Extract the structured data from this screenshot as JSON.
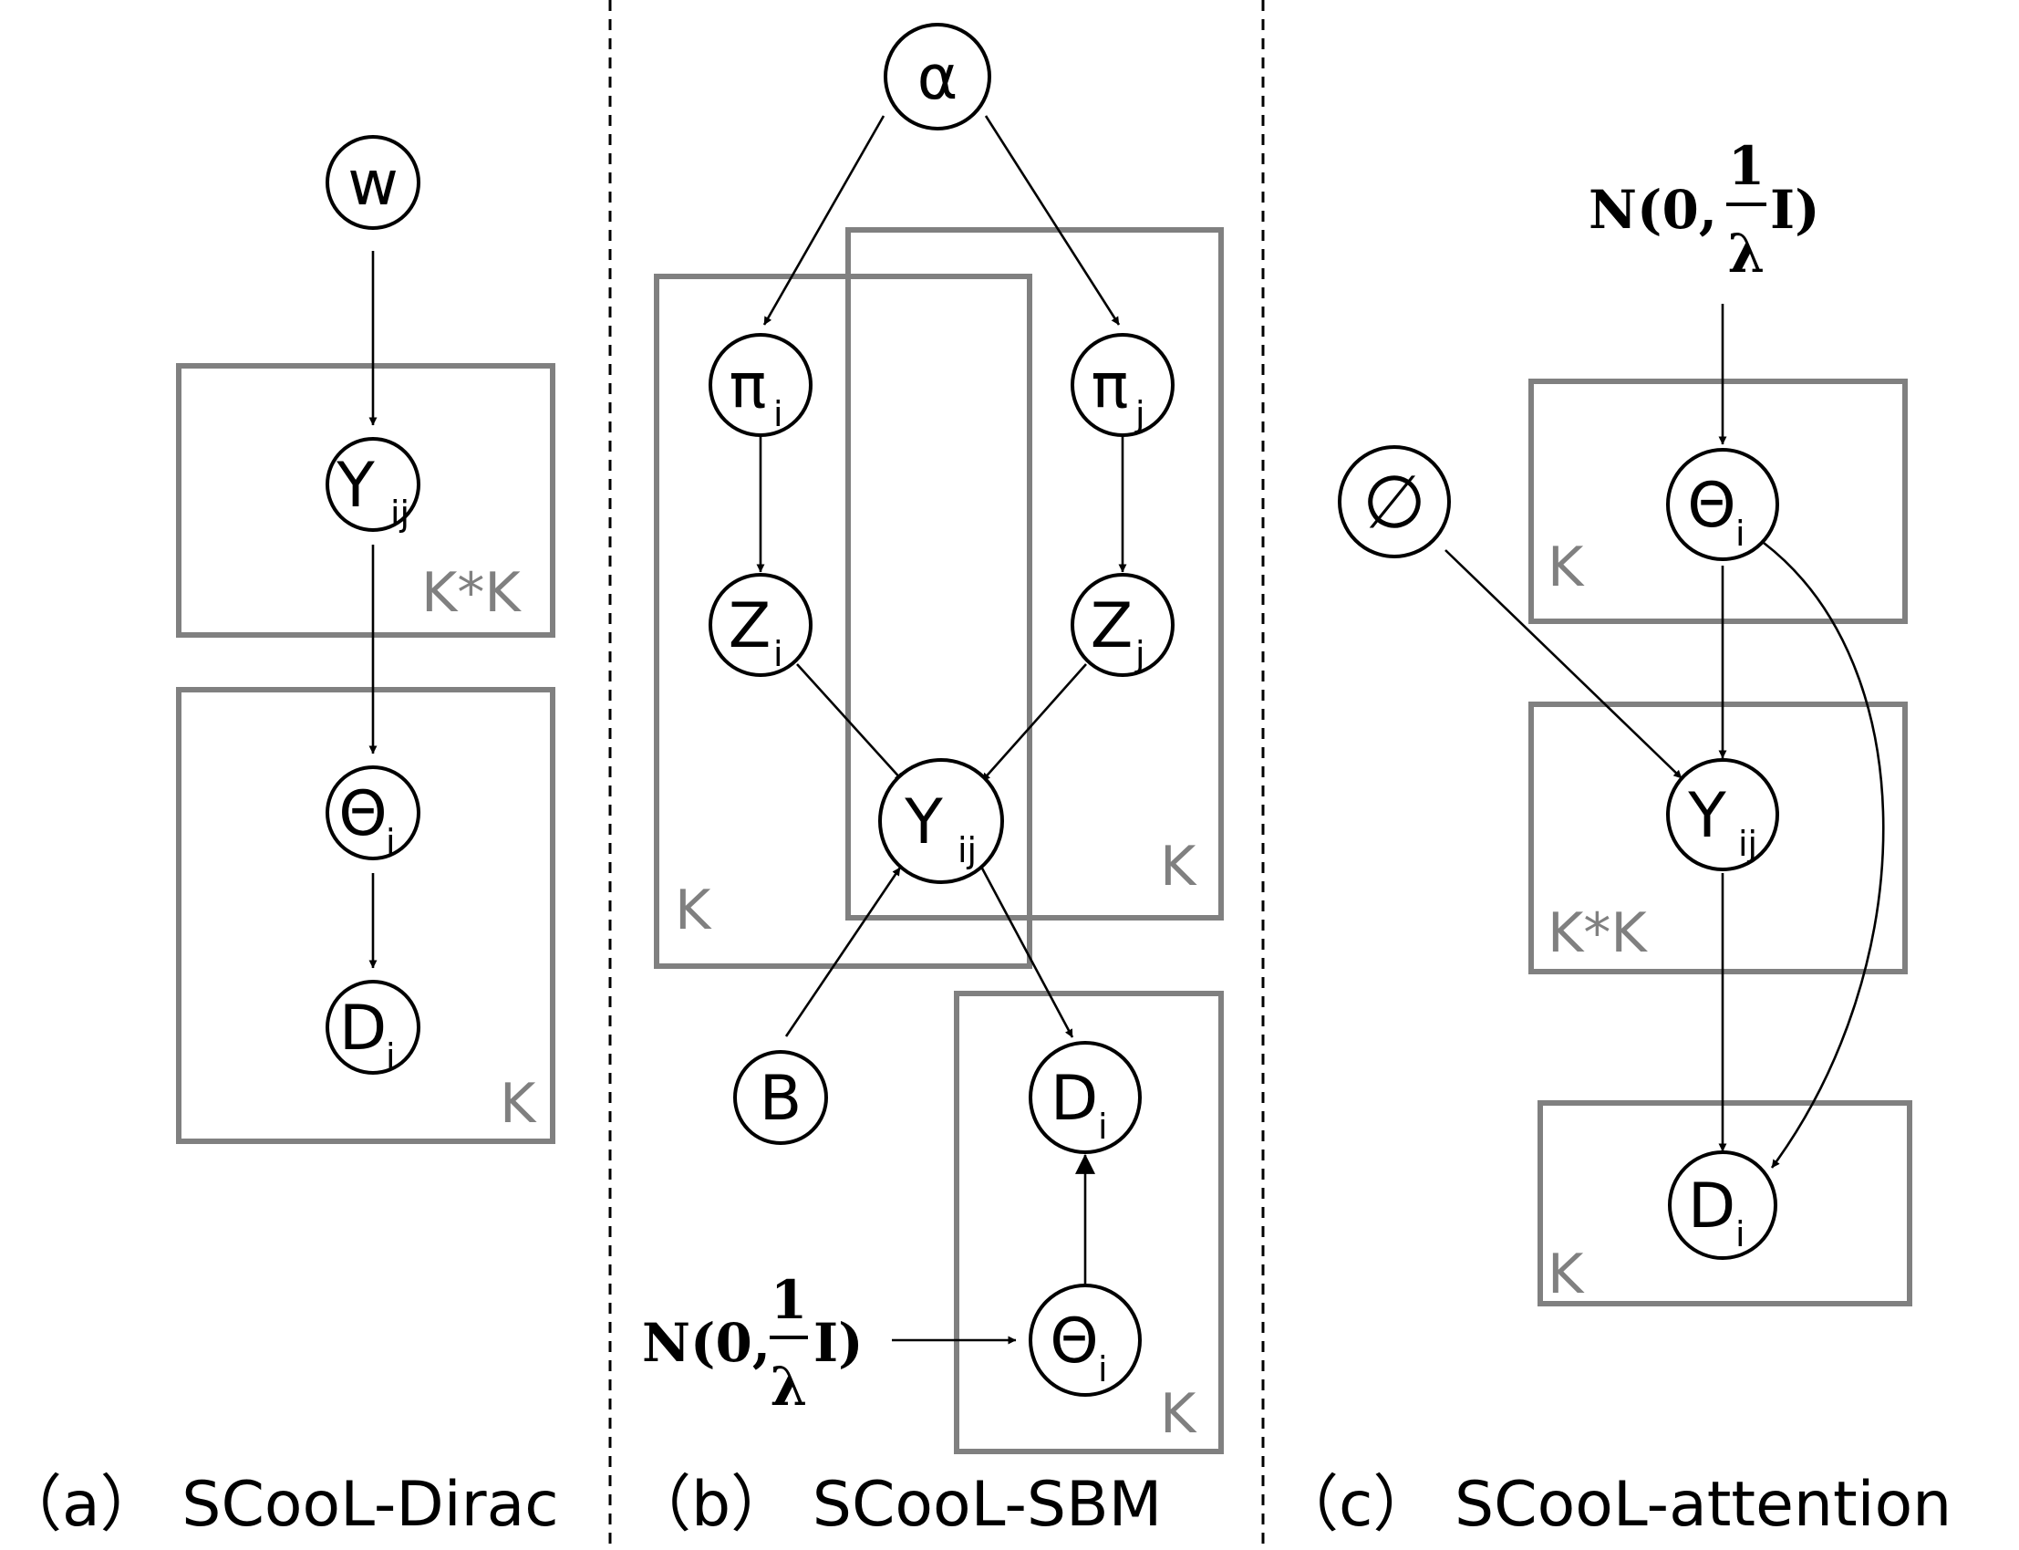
{
  "captions": {
    "a": "（a） SCooL-Dirac",
    "b": "（b） SCooL-SBM",
    "c": "（c） SCooL-attention"
  },
  "nodes": {
    "w": "w",
    "alpha": "α",
    "pi": "π",
    "z": "Z",
    "y": "Y",
    "theta": "Θ",
    "d": "D",
    "b": "B",
    "phi": "∅",
    "sub_i": "i",
    "sub_j": "j",
    "sub_ij": "ij"
  },
  "plates": {
    "k": "K",
    "kk": "K*K"
  },
  "prior": {
    "left": "N(0,",
    "num": "1",
    "den": "λ",
    "right": "I)"
  }
}
